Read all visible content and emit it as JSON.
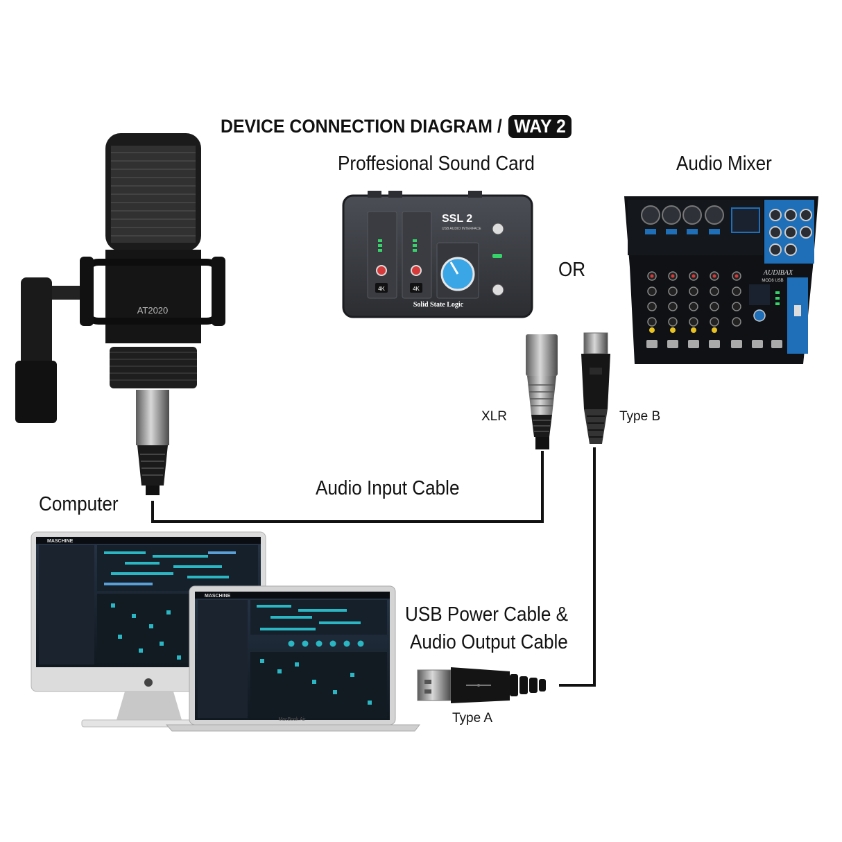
{
  "title": {
    "prefix": "DEVICE CONNECTION DIAGRAM /",
    "badge": "WAY 2"
  },
  "labels": {
    "sound_card": "Proffesional Sound Card",
    "audio_mixer": "Audio Mixer",
    "or": "OR",
    "xlr": "XLR",
    "type_b": "Type B",
    "audio_input_cable": "Audio Input Cable",
    "computer": "Computer",
    "usb_power_line1": "USB Power Cable &",
    "usb_power_line2": "Audio Output Cable",
    "type_a": "Type A"
  },
  "device_text": {
    "ssl_model": "SSL 2",
    "ssl_subtitle": "USB AUDIO INTERFACE",
    "ssl_brand": "Solid State Logic",
    "ssl_4k": "4K",
    "mic_model": "AT2020",
    "mixer_brand": "AUDIBAX",
    "mixer_model": "MOD6 USB",
    "laptop_name": "MacBook Air",
    "daw_name": "MASCHINE"
  },
  "colors": {
    "accent_blue": "#1f6fb8",
    "ssl_knob": "#3aa6e6",
    "cable": "#111111",
    "daw_teal": "#2ab6c2"
  }
}
